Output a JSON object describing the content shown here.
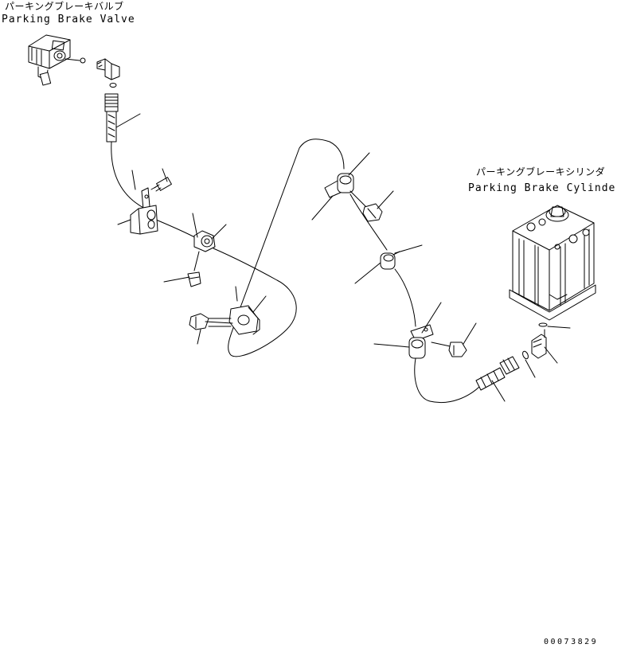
{
  "labels": {
    "parking_brake_valve_jp": "パーキングブレーキバルブ",
    "parking_brake_valve_en": "Parking Brake Valve",
    "parking_brake_cylinder_jp": "パーキングブレーキシリンダ",
    "parking_brake_cylinder_en": "Parking Brake Cylinder",
    "drawing_code": "00073829"
  },
  "colors": {
    "line": "#000000",
    "background": "#ffffff"
  }
}
